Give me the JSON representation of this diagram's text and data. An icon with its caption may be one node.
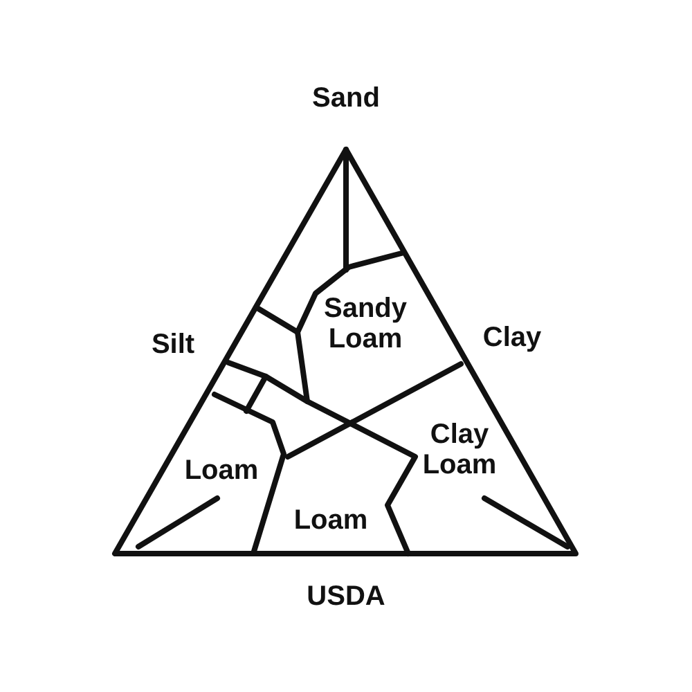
{
  "diagram": {
    "caption": "USDA",
    "nodes": [
      {
        "text": [
          "Sandy Loam"
        ]
      },
      {
        "text": [
          "Loam"
        ]
      },
      {
        "text": [
          "Loam"
        ]
      },
      {
        "text": [
          "Clay Loam"
        ]
      }
    ],
    "labels": [
      "Sand",
      "Silt",
      "Clay"
    ]
  }
}
